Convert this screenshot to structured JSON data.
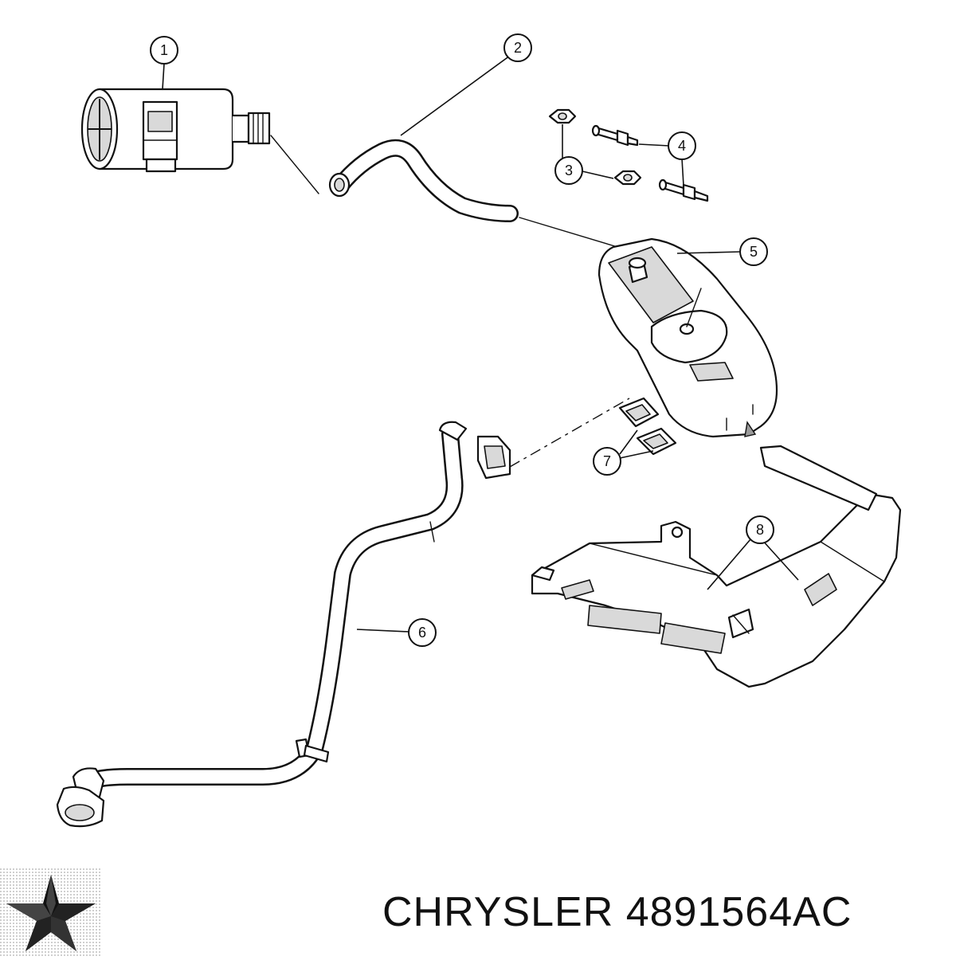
{
  "callouts": [
    {
      "number": "1"
    },
    {
      "number": "2"
    },
    {
      "number": "3"
    },
    {
      "number": "4"
    },
    {
      "number": "5"
    },
    {
      "number": "6"
    },
    {
      "number": "7"
    },
    {
      "number": "8"
    }
  ],
  "brand": {
    "name": "CHRYSLER",
    "part_number": "4891564AC",
    "logo_icon": "chrysler-pentastar-icon"
  },
  "colors": {
    "ink": "#111111",
    "background": "#ffffff"
  }
}
